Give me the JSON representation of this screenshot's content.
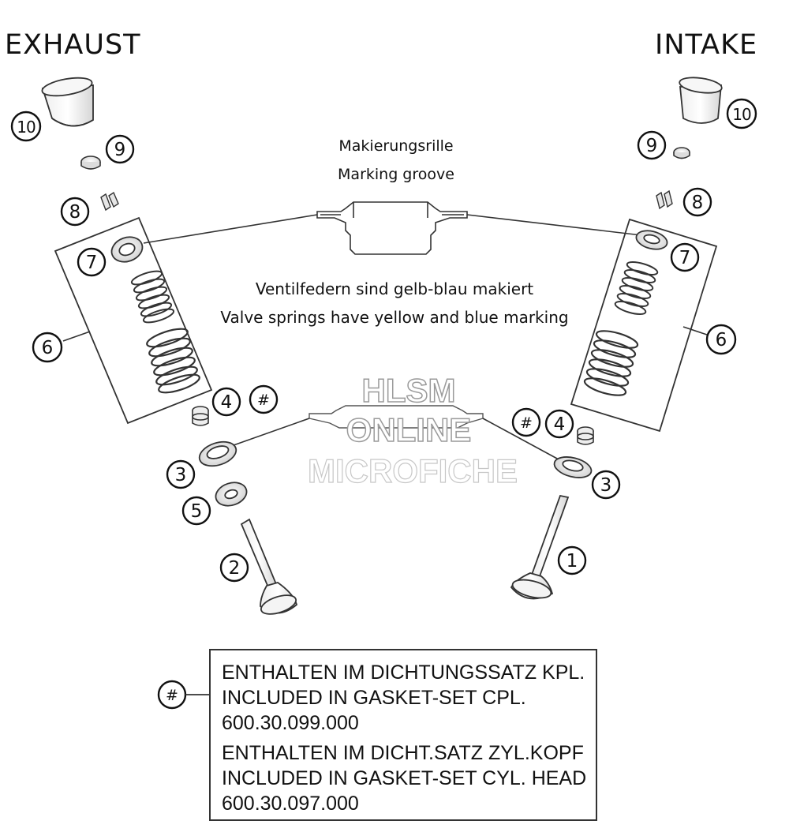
{
  "headings": {
    "exhaust": "EXHAUST",
    "intake": "INTAKE"
  },
  "annotations": {
    "marking_groove_de": "Makierungsrille",
    "marking_groove_en": "Marking groove",
    "springs_de": "Ventilfedern sind gelb-blau makiert",
    "springs_en": "Valve springs have yellow and blue marking"
  },
  "callouts": {
    "n1": "1",
    "n2": "2",
    "n3": "3",
    "n4": "4",
    "n5": "5",
    "n6": "6",
    "n7": "7",
    "n8": "8",
    "n9": "9",
    "n10": "10",
    "hash": "#"
  },
  "legend": {
    "line1": "ENTHALTEN IM DICHTUNGSSATZ KPL.",
    "line2": "INCLUDED IN GASKET-SET CPL.",
    "line3": "600.30.099.000",
    "line4": "ENTHALTEN IM DICHT.SATZ ZYL.KOPF",
    "line5": "INCLUDED IN GASKET-SET CYL. HEAD",
    "line6": "600.30.097.000"
  },
  "watermark": {
    "line1": "HLSM",
    "line2": "ONLINE",
    "line3": "MICROFICHE"
  }
}
